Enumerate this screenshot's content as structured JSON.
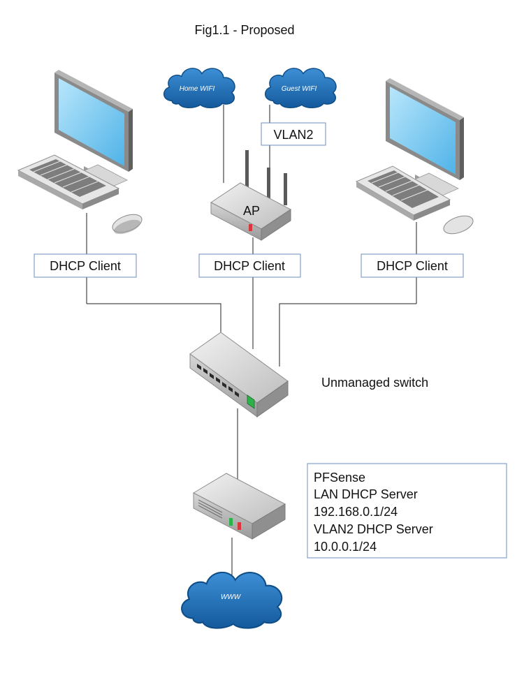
{
  "title": "Fig1.1 - Proposed",
  "clouds": {
    "home_wifi": "Home WIFI",
    "guest_wifi": "Guest WIFI",
    "www": "WWW"
  },
  "labels": {
    "vlan2": "VLAN2",
    "ap": "AP",
    "dhcp_client_left": "DHCP Client",
    "dhcp_client_center": "DHCP Client",
    "dhcp_client_right": "DHCP Client",
    "switch": "Unmanaged switch"
  },
  "pfsense_box": {
    "lines": [
      "PFSense",
      "LAN DHCP Server",
      "192.168.0.1/24",
      "VLAN2 DHCP Server",
      "10.0.0.1/24"
    ]
  },
  "colors": {
    "cloud": "#1e73be",
    "label_border": "#6c8ebf",
    "monitor_screen": "#7fd0f7",
    "device_body": "#c9c9c9",
    "led_green": "#2bb34a",
    "led_red": "#d9363e"
  }
}
